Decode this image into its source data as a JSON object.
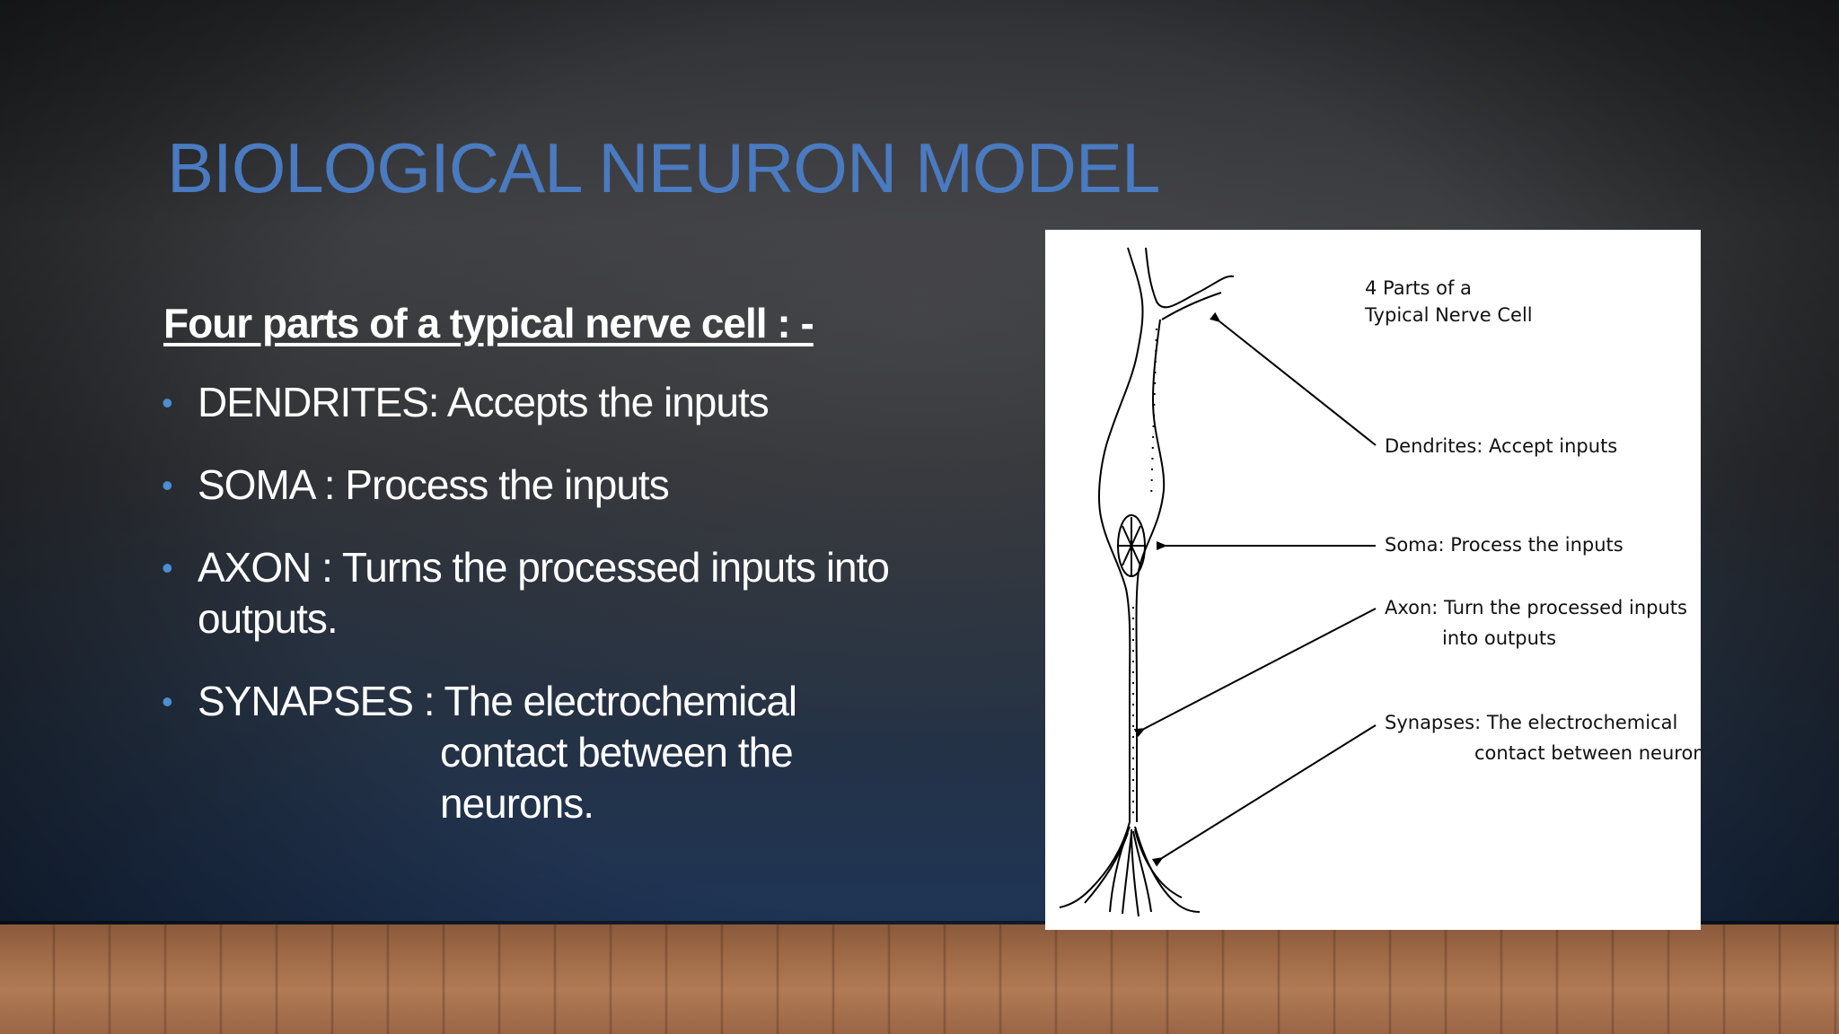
{
  "slide": {
    "title": "BIOLOGICAL NEURON MODEL",
    "subheading": "Four parts of a typical nerve cell : -",
    "bullets": [
      {
        "term": "DENDRITES:",
        "text": "Accepts the inputs"
      },
      {
        "term": "SOMA :",
        "text": "Process the inputs"
      },
      {
        "term": "AXON :",
        "text": "Turns the processed inputs into",
        "continuation": "outputs."
      },
      {
        "term": "SYNAPSES :",
        "text": "The electrochemical",
        "continuation": "contact between the",
        "continuation2": "neurons."
      }
    ]
  },
  "figure": {
    "heading_line1": "4 Parts of a",
    "heading_line2": "Typical Nerve Cell",
    "labels": {
      "dendrites": "Dendrites:  Accept inputs",
      "soma": "Soma:  Process the inputs",
      "axon_line1": "Axon:  Turn the processed inputs",
      "axon_line2": "into outputs",
      "synapses_line1": "Synapses:  The electrochemical",
      "synapses_line2": "contact between neurons"
    }
  },
  "colors": {
    "title": "#4a7ac0",
    "bullet_dot": "#4a8fd0",
    "text": "#ffffff"
  }
}
